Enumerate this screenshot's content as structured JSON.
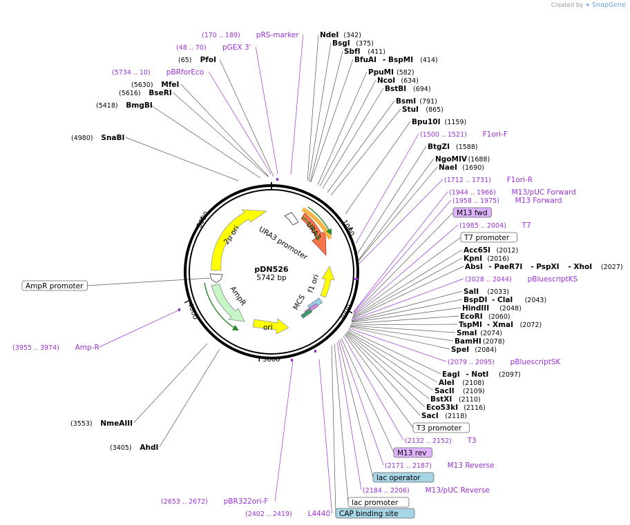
{
  "credit": {
    "prefix": "Created by",
    "brand": "SnapGene",
    "icon": "snapgene-logo-icon"
  },
  "plasmid": {
    "name": "pDN526",
    "length": "5742 bp"
  },
  "ticks": [
    {
      "label": "1000",
      "bp": 1000
    },
    {
      "label": "2000",
      "bp": 2000
    },
    {
      "label": "3000",
      "bp": 3000
    },
    {
      "label": "4000",
      "bp": 4000
    },
    {
      "label": "5000",
      "bp": 5000
    }
  ],
  "features": [
    {
      "label": "URA3 promoter",
      "shape": "hollow"
    },
    {
      "label": "URA3",
      "color": "#f4764c"
    },
    {
      "label": "f1 ori",
      "color": "#ffff00"
    },
    {
      "label": "MCS",
      "color": "#2f9ed8"
    },
    {
      "label": "ori",
      "color": "#ffff00"
    },
    {
      "label": "AmpR",
      "color": "#c6f5c6"
    },
    {
      "label": "AmpR promoter",
      "shape": "hollow"
    },
    {
      "label": "2μ ori",
      "color": "#ffff00"
    }
  ],
  "colors": {
    "primer": "#9b2fd6",
    "feature_purple": "#e0b3ff",
    "feature_blue": "#a6d5e6",
    "backbone": "#000000"
  },
  "annotations": [
    {
      "type": "primer",
      "name": "pRS-marker",
      "pos": "(170 .. 189)"
    },
    {
      "type": "site",
      "name": "NdeI",
      "pos": "(342)"
    },
    {
      "type": "primer",
      "name": "pGEX 3'",
      "pos": "(48 .. 70)"
    },
    {
      "type": "site",
      "name": "BsgI",
      "pos": "(375)"
    },
    {
      "type": "site",
      "name": "SbfI",
      "pos": "(411)"
    },
    {
      "type": "site",
      "name": "PfoI",
      "pos": "(65)"
    },
    {
      "type": "site",
      "name": "BfuAI",
      "name2": "- BspMI",
      "pos": "(414)"
    },
    {
      "type": "primer",
      "name": "pBRforEco",
      "pos": "(5734 .. 10)"
    },
    {
      "type": "site",
      "name": "PpuMI",
      "pos": "(582)"
    },
    {
      "type": "site",
      "name": "NcoI",
      "pos": "(634)"
    },
    {
      "type": "site",
      "name": "MfeI",
      "pos": "(5630)"
    },
    {
      "type": "site",
      "name": "BstBI",
      "pos": "(694)"
    },
    {
      "type": "site",
      "name": "BseRI",
      "pos": "(5616)"
    },
    {
      "type": "site",
      "name": "BsmI",
      "pos": "(791)"
    },
    {
      "type": "site",
      "name": "BmgBI",
      "pos": "(5418)"
    },
    {
      "type": "site",
      "name": "StuI",
      "pos": "(865)"
    },
    {
      "type": "site",
      "name": "Bpu10I",
      "pos": "(1159)"
    },
    {
      "type": "primer",
      "name": "F1ori-F",
      "pos": "(1500 .. 1521)"
    },
    {
      "type": "site",
      "name": "SnaBI",
      "pos": "(4980)"
    },
    {
      "type": "site",
      "name": "BtgZI",
      "pos": "(1588)"
    },
    {
      "type": "site",
      "name": "NgoMIV",
      "pos": "(1688)"
    },
    {
      "type": "site",
      "name": "NaeI",
      "pos": "(1690)"
    },
    {
      "type": "primer",
      "name": "F1ori-R",
      "pos": "(1712 .. 1731)"
    },
    {
      "type": "primer",
      "name": "M13/pUC Forward",
      "pos": "(1944 .. 1966)"
    },
    {
      "type": "primer",
      "name": "M13 Forward",
      "pos": "(1958 .. 1975)"
    },
    {
      "type": "feature",
      "name": "M13 fwd",
      "style": "purple"
    },
    {
      "type": "primer",
      "name": "T7",
      "pos": "(1985 .. 2004)"
    },
    {
      "type": "feature",
      "name": "T7 promoter",
      "style": "white"
    },
    {
      "type": "site",
      "name": "Acc65I",
      "pos": "(2012)"
    },
    {
      "type": "site",
      "name": "KpnI",
      "pos": "(2016)"
    },
    {
      "type": "site",
      "name": "AbsI",
      "name2": "- PaeR7I",
      "name3": "- PspXI",
      "name4": "- XhoI",
      "pos": "(2027)"
    },
    {
      "type": "feature",
      "name": "AmpR promoter",
      "style": "white"
    },
    {
      "type": "primer",
      "name": "pBluescriptKS",
      "pos": "(2028 .. 2044)"
    },
    {
      "type": "site",
      "name": "SalI",
      "pos": "(2033)"
    },
    {
      "type": "site",
      "name": "BspDI",
      "name2": "- ClaI",
      "pos": "(2043)"
    },
    {
      "type": "site",
      "name": "HindIII",
      "pos": "(2048)"
    },
    {
      "type": "site",
      "name": "EcoRI",
      "pos": "(2060)"
    },
    {
      "type": "site",
      "name": "TspMI",
      "name2": "- XmaI",
      "pos": "(2072)"
    },
    {
      "type": "primer",
      "name": "Amp-R",
      "pos": "(3955 .. 3974)"
    },
    {
      "type": "site",
      "name": "SmaI",
      "pos": "(2074)"
    },
    {
      "type": "site",
      "name": "BamHI",
      "pos": "(2078)"
    },
    {
      "type": "site",
      "name": "SpeI",
      "pos": "(2084)"
    },
    {
      "type": "primer",
      "name": "pBluescriptSK",
      "pos": "(2079 .. 2095)"
    },
    {
      "type": "site",
      "name": "EagI",
      "name2": "- NotI",
      "pos": "(2097)"
    },
    {
      "type": "site",
      "name": "AleI",
      "pos": "(2108)"
    },
    {
      "type": "site",
      "name": "SacII",
      "pos": "(2109)"
    },
    {
      "type": "site",
      "name": "BstXI",
      "pos": "(2110)"
    },
    {
      "type": "site",
      "name": "Eco53kI",
      "pos": "(2116)"
    },
    {
      "type": "site",
      "name": "SacI",
      "pos": "(2118)"
    },
    {
      "type": "feature",
      "name": "T3 promoter",
      "style": "white"
    },
    {
      "type": "site",
      "name": "NmeAIII",
      "pos": "(3553)"
    },
    {
      "type": "primer",
      "name": "T3",
      "pos": "(2132 .. 2152)"
    },
    {
      "type": "site",
      "name": "AhdI",
      "pos": "(3405)"
    },
    {
      "type": "feature",
      "name": "M13 rev",
      "style": "purple"
    },
    {
      "type": "primer",
      "name": "M13 Reverse",
      "pos": "(2171 .. 2187)"
    },
    {
      "type": "feature",
      "name": "lac operator",
      "style": "blue"
    },
    {
      "type": "primer",
      "name": "M13/pUC Reverse",
      "pos": "(2184 .. 2206)"
    },
    {
      "type": "primer",
      "name": "pBR322ori-F",
      "pos": "(2653 .. 2672)"
    },
    {
      "type": "feature",
      "name": "lac promoter",
      "style": "white"
    },
    {
      "type": "primer",
      "name": "L4440",
      "pos": "(2402 .. 2419)"
    },
    {
      "type": "feature",
      "name": "CAP binding site",
      "style": "blue"
    }
  ]
}
